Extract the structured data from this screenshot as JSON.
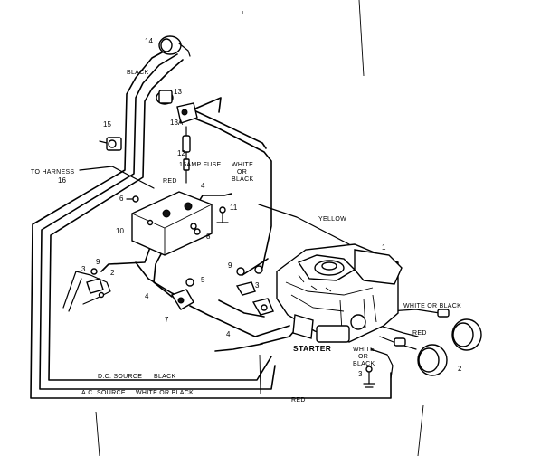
{
  "callouts": {
    "n1": "1",
    "n2": "2",
    "n3a": "3",
    "n3b": "3",
    "n3c": "3",
    "n4a": "4",
    "n4b": "4",
    "n4c": "4",
    "n5": "5",
    "n6": "6",
    "n7": "7",
    "n8": "8",
    "n9a": "9",
    "n9b": "9",
    "n10": "10",
    "n11": "11",
    "n12": "12",
    "n13": "13",
    "n13a": "13A",
    "n14": "14",
    "n15": "15",
    "n16": "16"
  },
  "wire_labels": {
    "black_top": "BLACK",
    "fuse": "15AMP FUSE",
    "red_top": "RED",
    "white_or_black_top_1": "WHITE",
    "white_or_black_top_2": "OR",
    "white_or_black_top_3": "BLACK",
    "harness": "TO HARNESS",
    "yellow": "YELLOW",
    "white_or_black_right": "WHITE OR BLACK",
    "red_right": "RED",
    "white_or_black_low_1": "WHITE",
    "white_or_black_low_2": "OR",
    "white_or_black_low_3": "BLACK",
    "starter": "STARTER",
    "dc_source": "D.C. SOURCE",
    "dc_black": "BLACK",
    "ac_source": "A.C. SOURCE",
    "ac_white_black": "WHITE OR BLACK",
    "red_bottom": "RED"
  }
}
